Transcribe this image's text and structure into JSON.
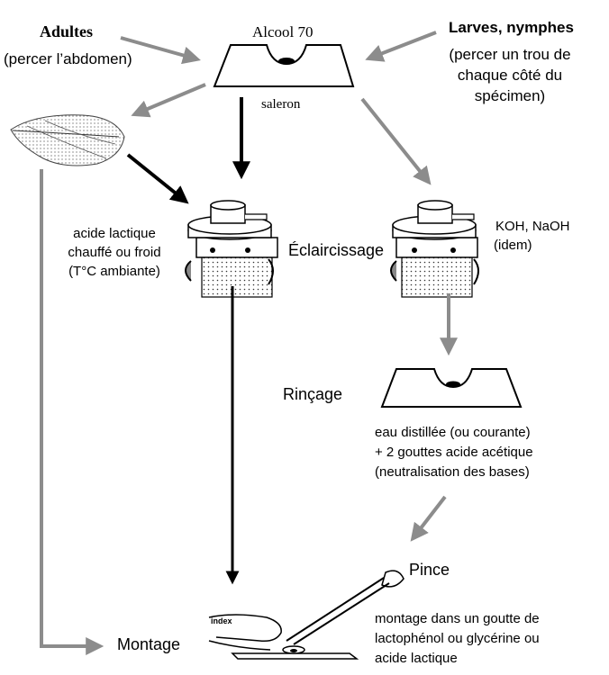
{
  "labels": {
    "adultes_title": "Adultes",
    "adultes_note": "(percer l’abdomen)",
    "alcool": "Alcool 70",
    "larves_title": "Larves, nymphes",
    "larves_note_1": "(percer un trou de",
    "larves_note_2": "chaque côté du",
    "larves_note_3": "spécimen)",
    "saleron": "saleron",
    "acide_1": "acide lactique",
    "acide_2": "chauffé ou froid",
    "acide_3": "(T°C ambiante)",
    "eclaircissage": "Éclaircissage",
    "koh_1": "KOH, NaOH",
    "koh_2": "(idem)",
    "rincage": "Rinçage",
    "eau_1": "eau distillée (ou courante)",
    "eau_2": "+ 2 gouttes acide acétique",
    "eau_3": "(neutralisation des bases)",
    "pince": "Pince",
    "index": "index",
    "montage": "Montage",
    "montage_note_1": "montage dans un goutte de",
    "montage_note_2": "lactophénol ou glycérine ou",
    "montage_note_3": "acide lactique"
  },
  "colors": {
    "arrow_gray": "#8c8c8c",
    "arrow_black": "#000000",
    "line": "#000000"
  }
}
